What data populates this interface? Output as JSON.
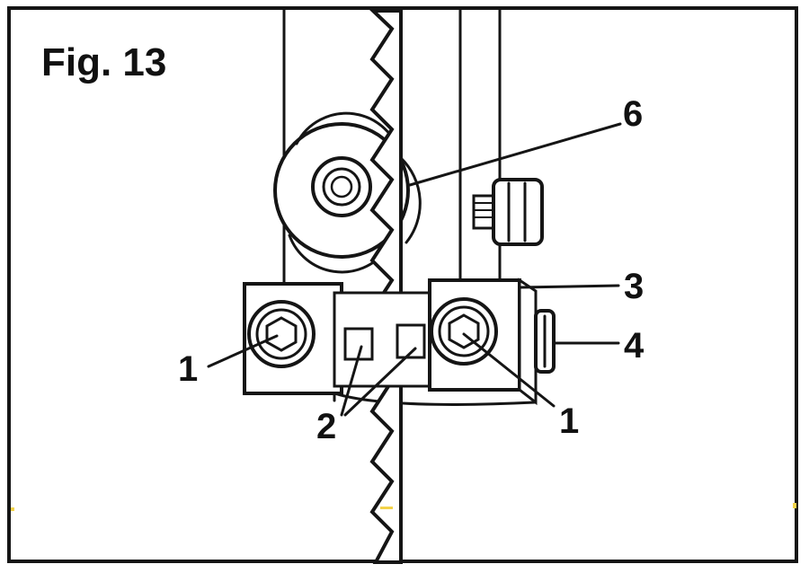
{
  "figure": {
    "title": "Fig. 13",
    "callouts": [
      "6",
      "3",
      "4",
      "1",
      "2",
      "1"
    ]
  },
  "colors": {
    "ink": "#151515",
    "paper": "#ffffff",
    "speck": "#f3d34a"
  }
}
